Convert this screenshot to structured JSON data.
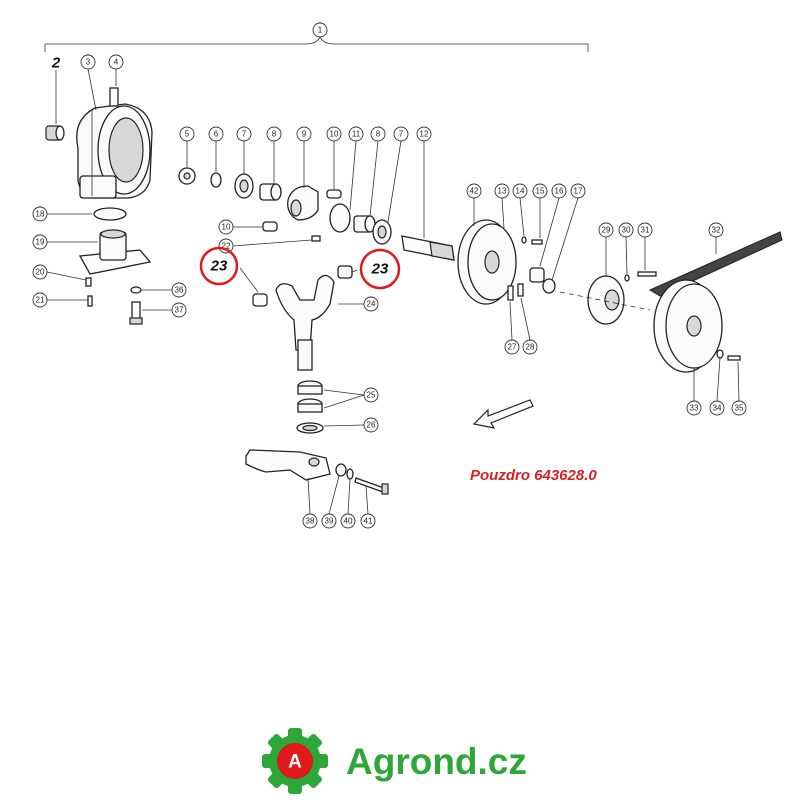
{
  "callouts": {
    "c1": "1",
    "c2": "2",
    "c3": "3",
    "c4": "4",
    "c5": "5",
    "c6": "6",
    "c7a": "7",
    "c8a": "8",
    "c9": "9",
    "c10a": "10",
    "c11": "11",
    "c8b": "8",
    "c7b": "7",
    "c12": "12",
    "c42": "42",
    "c13": "13",
    "c14": "14",
    "c15": "15",
    "c16": "16",
    "c17": "17",
    "c29": "29",
    "c30": "30",
    "c31": "31",
    "c32": "32",
    "c18": "18",
    "c19": "19",
    "c20": "20",
    "c21": "21",
    "c36": "36",
    "c37": "37",
    "c10b": "10",
    "c22": "22",
    "c24": "24",
    "c25": "25",
    "c26": "26",
    "c27": "27",
    "c28": "28",
    "c33": "33",
    "c34": "34",
    "c35": "35",
    "c38": "38",
    "c39": "39",
    "c40": "40",
    "c41": "41",
    "c23a": "23",
    "c23b": "23"
  },
  "note_text": "Pouzdro 643628.0",
  "brand": {
    "logo_letter": "A",
    "name": "Agrond.cz"
  },
  "colors": {
    "highlight": "#e0191c",
    "note": "#d92027",
    "brand_green": "#2da737",
    "logo_red": "#e0191c"
  }
}
